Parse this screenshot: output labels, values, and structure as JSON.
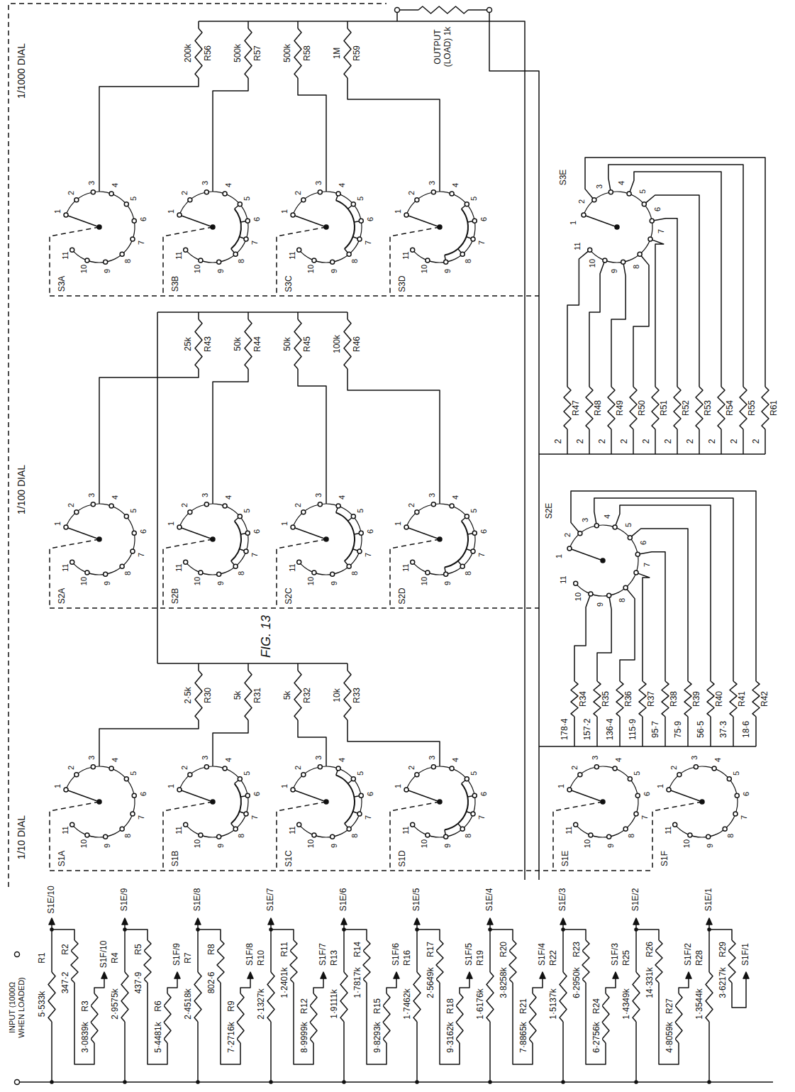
{
  "diagram": {
    "caption": "FIG. 13",
    "labels": [
      "OUTPUT (LOAD) 1k",
      "1/1000 DIAL",
      "1/100 DIAL",
      "1/10 DIAL",
      "200k",
      "R56",
      "500k",
      "R57",
      "500k",
      "R58",
      "1M",
      "R59",
      "25k",
      "R43",
      "50k",
      "R44",
      "50k",
      "R45",
      "100k",
      "R46",
      "2·5k",
      "R30",
      "5k",
      "R31",
      "5k",
      "R32",
      "10k",
      "R33",
      "S3A",
      "1",
      "2",
      "3",
      "4",
      "5",
      "6",
      "7",
      "8",
      "9",
      "10",
      "11",
      "S3B",
      "1",
      "2",
      "3",
      "4",
      "5",
      "6",
      "7",
      "8",
      "9",
      "10",
      "11",
      "S3C",
      "1",
      "2",
      "3",
      "4",
      "5",
      "6",
      "7",
      "8",
      "9",
      "10",
      "11",
      "S3D",
      "1",
      "2",
      "3",
      "4",
      "5",
      "6",
      "7",
      "8",
      "9",
      "10",
      "11",
      "S2A",
      "1",
      "2",
      "3",
      "4",
      "5",
      "6",
      "7",
      "8",
      "9",
      "10",
      "11",
      "S2B",
      "1",
      "2",
      "3",
      "4",
      "5",
      "6",
      "7",
      "8",
      "9",
      "10",
      "11",
      "S2C",
      "1",
      "2",
      "3",
      "4",
      "5",
      "6",
      "7",
      "8",
      "9",
      "10",
      "11",
      "S2D",
      "1",
      "2",
      "3",
      "4",
      "5",
      "6",
      "7",
      "8",
      "9",
      "10",
      "11",
      "S1A",
      "1",
      "2",
      "3",
      "4",
      "5",
      "6",
      "7",
      "8",
      "9",
      "10",
      "11",
      "S1B",
      "1",
      "2",
      "3",
      "4",
      "5",
      "6",
      "7",
      "8",
      "9",
      "10",
      "11",
      "S1C",
      "1",
      "2",
      "3",
      "4",
      "5",
      "6",
      "7",
      "8",
      "9",
      "10",
      "11",
      "S1D",
      "1",
      "2",
      "3",
      "4",
      "5",
      "6",
      "7",
      "8",
      "9",
      "10",
      "11",
      "S3E",
      "1",
      "2",
      "3",
      "4",
      "5",
      "6",
      "7",
      "8",
      "9",
      "10",
      "11",
      "S2E",
      "1",
      "2",
      "3",
      "4",
      "5",
      "6",
      "7",
      "8",
      "9",
      "10",
      "11",
      "S1E",
      "1",
      "2",
      "3",
      "4",
      "5",
      "6",
      "7",
      "8",
      "9",
      "10",
      "11",
      "S1F",
      "1",
      "2",
      "3",
      "4",
      "5",
      "6",
      "7",
      "8",
      "9",
      "10",
      "11",
      "R47",
      "2",
      "R48",
      "2",
      "R49",
      "2",
      "R50",
      "2",
      "R51",
      "2",
      "R52",
      "2",
      "R53",
      "2",
      "R54",
      "2",
      "R55",
      "2",
      "R61",
      "2",
      "R34",
      "178·4",
      "R35",
      "157·2",
      "R36",
      "136·4",
      "R37",
      "115·9",
      "R38",
      "95·7",
      "R39",
      "75·9",
      "R40",
      "56·5",
      "R41",
      "37·3",
      "R42",
      "18·6",
      "S1E/10",
      "R1",
      "5·533k",
      "R2",
      "347·2",
      "R3",
      "3·0839k",
      "S1F/10",
      "S1E/9",
      "R4",
      "2·9575k",
      "R5",
      "437·9",
      "R6",
      "5·4481k",
      "S1F/9",
      "S1E/8",
      "R7",
      "2·4518k",
      "R8",
      "802·6",
      "R9",
      "7·2716k",
      "S1F/8",
      "S1E/7",
      "R10",
      "2·1327k",
      "R11",
      "1·2401k",
      "R12",
      "8·9999k",
      "S1F/7",
      "S1E/6",
      "R13",
      "1·9111k",
      "R14",
      "1·7817k",
      "R15",
      "9·8293k",
      "S1F/6",
      "S1E/5",
      "R16",
      "1·7462k",
      "R17",
      "2·5649k",
      "R18",
      "9·3162k",
      "S1F/5",
      "S1E/4",
      "R19",
      "1·6176k",
      "R20",
      "3·8258k",
      "R21",
      "7·8865k",
      "S1F/4",
      "S1E/3",
      "R22",
      "1·5137k",
      "R23",
      "6·2950k",
      "R24",
      "6·2756k",
      "S1F/3",
      "S1E/2",
      "R25",
      "1·4349k",
      "R26",
      "14·331k",
      "R27",
      "4·8059k",
      "S1F/2",
      "S1E/1",
      "R28",
      "1·3544k",
      "R29",
      "3·6217k",
      "S1F/1",
      "INPUT (1000Ω WHEN LOADED)"
    ]
  }
}
